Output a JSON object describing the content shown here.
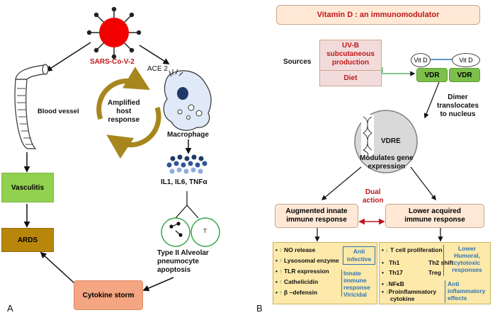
{
  "panel_a": {
    "label": "A",
    "virus": "SARS-Co-V-2",
    "ace2": "ACE 2",
    "blood_vessel": "Blood vessel",
    "amplified_line1": "Amplified",
    "amplified_line2": "host",
    "amplified_line3": "response",
    "macrophage": "Macrophage",
    "cytokines": "IL1, IL6, TNFα",
    "t_cell": "T",
    "pneumocyte_line1": "Type II Alveolar",
    "pneumocyte_line2": "pneumocyte",
    "pneumocyte_line3": "apoptosis",
    "vasculitis": "Vasculitis",
    "ards": "ARDS",
    "cytokine_storm": "Cytokine storm"
  },
  "panel_b": {
    "label": "B",
    "title": "Vitamin D : an immunomodulator",
    "sources": "Sources",
    "uvb_line1": "UV-B",
    "uvb_line2": "subcutaneous",
    "uvb_line3": "production",
    "diet": "Diet",
    "vitd_left": "Vit D",
    "vitd_right": "Vit D",
    "vdr_left": "VDR",
    "vdr_right": "VDR",
    "dimer_line1": "Dimer",
    "dimer_line2": "translocates",
    "dimer_line3": "to nucleus",
    "vdre": "VDRE",
    "modulates_line1": "Modulates gene",
    "modulates_line2": "expression",
    "dual_line1": "Dual",
    "dual_line2": "action",
    "innate_line1": "Augmented innate",
    "innate_line2": "immune response",
    "acquired_line1": "Lower acquired",
    "acquired_line2": "immune response",
    "innate_items": [
      "NO release",
      "Lysosomal enzyme",
      "TLR expression",
      "Cathelicidin",
      "β –defensin"
    ],
    "innate_effects": {
      "anti_infective_line1": "Anti",
      "anti_infective_line2": "infective",
      "innate_immune_line1": "Innate",
      "innate_immune_line2": "immune",
      "innate_immune_line3": "response",
      "viricidal": "Viricidal"
    },
    "acquired_items": {
      "t_cell": "T cell proliferation",
      "th1": "Th1",
      "th2": "Th2 shift",
      "th17": "Th17",
      "treg": "Treg",
      "nfkb": "NFκB",
      "proinflam_line1": "Proinflammatory",
      "proinflam_line2": "cytokine"
    },
    "acquired_effects": {
      "lower_line1": "Lower",
      "lower_line2": "Humoral,",
      "lower_line3": "cytotoxic",
      "lower_line4": "responses",
      "anti_inflam_line1": "Anti",
      "anti_inflam_line2": "inflammatory",
      "anti_inflam_line3": "effects"
    }
  },
  "colors": {
    "virus_red": "#f20000",
    "label_red": "#c0171b",
    "green_box": "#92d050",
    "vdr_green": "#7cc04b",
    "ards_brown": "#b8860b",
    "storm_orange": "#f4a582",
    "cream_box": "#ffe9d6",
    "yellow_panel": "#fde9a9",
    "effect_blue": "#2e74b5",
    "arrow_green": "#35a84a",
    "amplified_gold": "#a8861e"
  }
}
